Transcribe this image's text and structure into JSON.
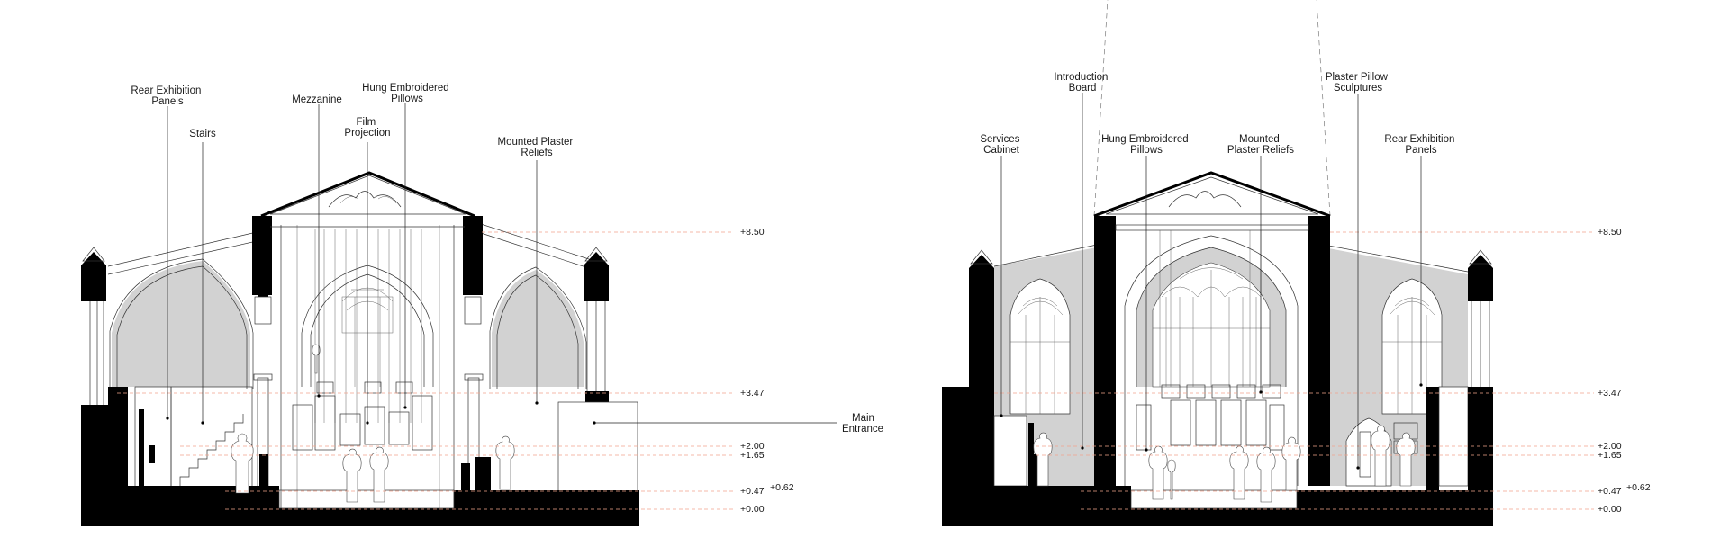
{
  "left_section": {
    "labels": [
      {
        "lines": [
          "Rear Exhibition",
          "Panels"
        ]
      },
      {
        "lines": [
          "Stairs"
        ]
      },
      {
        "lines": [
          "Mezzanine"
        ]
      },
      {
        "lines": [
          "Film",
          "Projection"
        ]
      },
      {
        "lines": [
          "Hung Embroidered",
          "Pillows"
        ]
      },
      {
        "lines": [
          "Mounted Plaster",
          "Reliefs"
        ]
      },
      {
        "lines": [
          "Main",
          "Entrance"
        ]
      }
    ],
    "levels": [
      "+8.50",
      "+3.47",
      "+2.00",
      "+1.65",
      "+0.47",
      "+0.62",
      "+0.00"
    ]
  },
  "right_section": {
    "labels": [
      {
        "lines": [
          "Introduction",
          "Board"
        ]
      },
      {
        "lines": [
          "Services",
          "Cabinet"
        ]
      },
      {
        "lines": [
          "Hung Embroidered",
          "Pillows"
        ]
      },
      {
        "lines": [
          "Mounted",
          "Plaster Reliefs"
        ]
      },
      {
        "lines": [
          "Plaster Pillow",
          "Sculptures"
        ]
      },
      {
        "lines": [
          "Rear Exhibition",
          "Panels"
        ]
      }
    ],
    "levels": [
      "+8.50",
      "+3.47",
      "+2.00",
      "+1.65",
      "+0.47",
      "+0.62",
      "+0.00"
    ]
  }
}
